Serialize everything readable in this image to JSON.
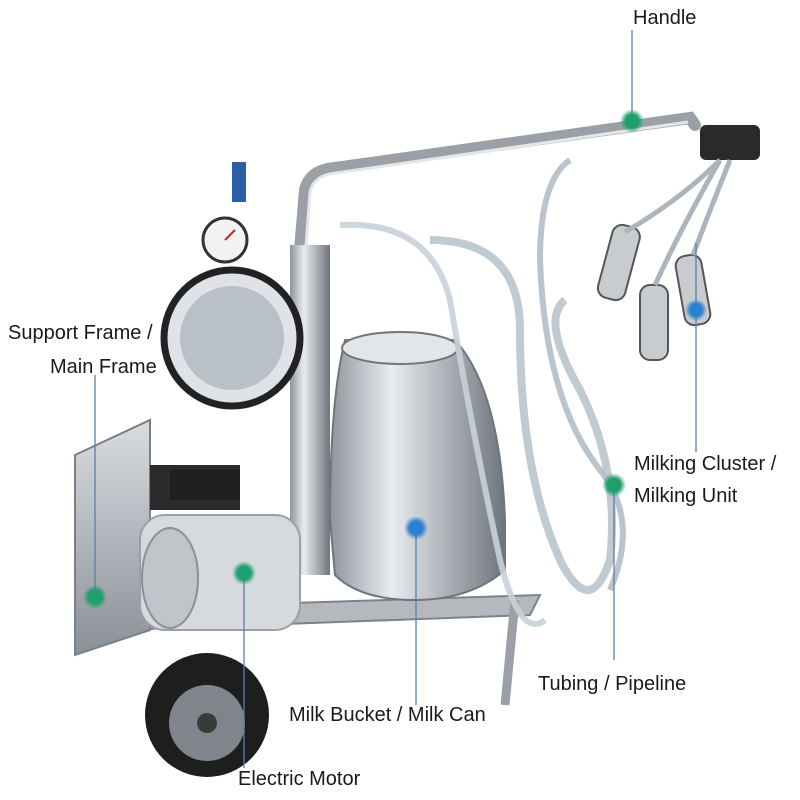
{
  "labels": {
    "handle": "Handle",
    "support_frame_line1": "Support Frame /",
    "support_frame_line2": "Main Frame",
    "milking_cluster_line1": "Milking Cluster /",
    "milking_cluster_line2": "Milking Unit",
    "tubing": "Tubing / Pipeline",
    "milk_bucket": "Milk Bucket / Milk Can",
    "electric_motor": "Electric Motor"
  },
  "colors": {
    "marker": "#1f9e6e",
    "leader_line": "#5a7fa8",
    "frame_steel": "#a9adb3",
    "bucket_steel": "#c9cdd2",
    "tubing": "#b9c4cc",
    "motor_body": "#d7dadd",
    "wheel": "#1e1e1e"
  }
}
